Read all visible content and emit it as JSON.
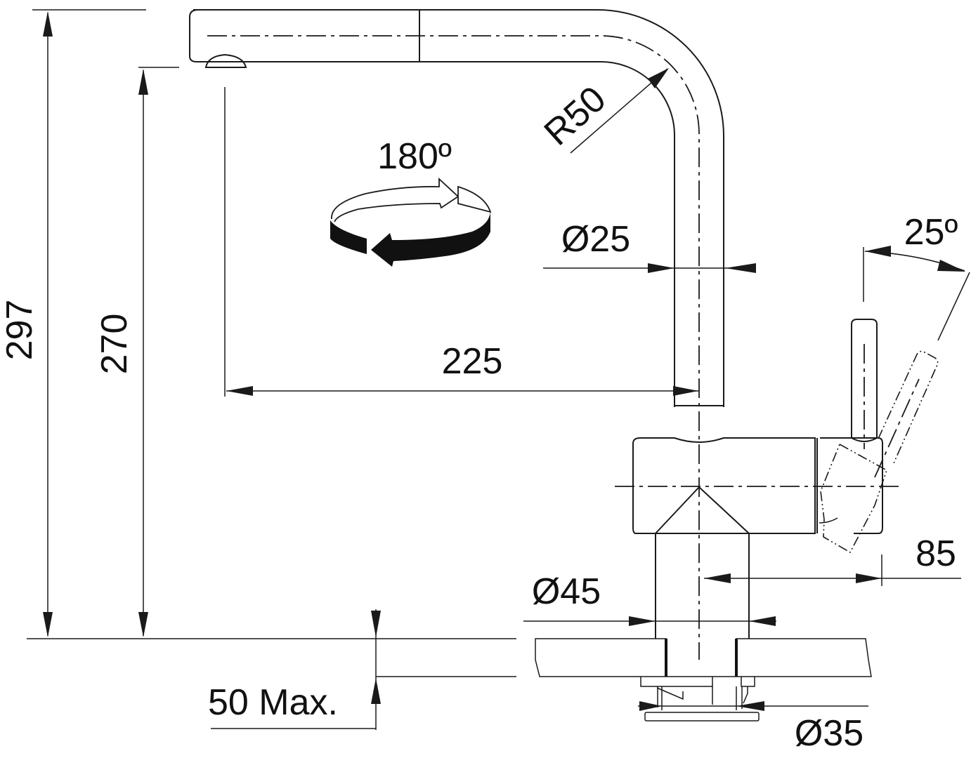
{
  "drawing": {
    "title": "Kitchen faucet pull-out spout dimension drawing",
    "units": "mm",
    "colors": {
      "line": "#1a1a1a",
      "background": "#ffffff"
    },
    "dimensions": {
      "total_height": "297",
      "spout_height": "270",
      "spout_reach": "225",
      "bend_radius": "R50",
      "spout_diameter": "Ø25",
      "base_diameter": "Ø45",
      "tap_hole_diameter": "Ø35",
      "lever_offset": "85",
      "lever_angle": "25º",
      "swivel_angle": "180º",
      "max_deck_thickness": "50 Max."
    }
  }
}
